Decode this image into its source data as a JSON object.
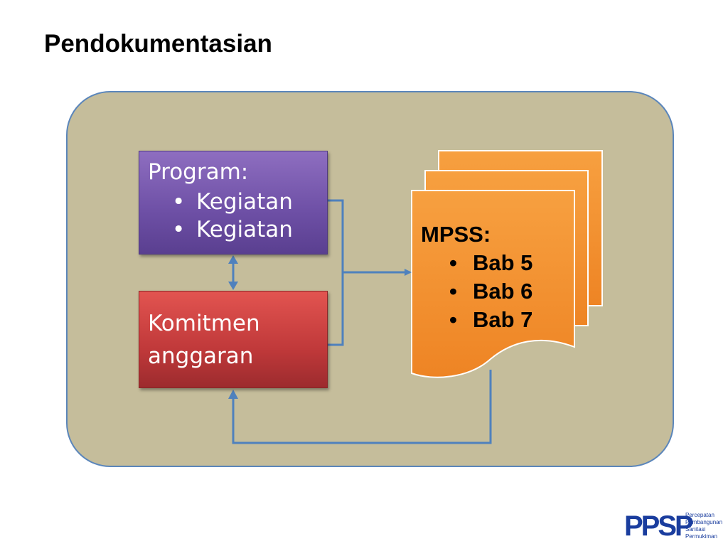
{
  "title": "Pendokumentasian",
  "colors": {
    "panel": "#c5bd9b",
    "program": "#6d4fa5",
    "komitmen": "#c0393a",
    "mpss": "#f39230",
    "arrow": "#4f81bd"
  },
  "program_box": {
    "heading": "Program:",
    "items": [
      "Kegiatan",
      "Kegiatan"
    ]
  },
  "komitmen_box": {
    "lines": [
      "Komitmen",
      "anggaran"
    ]
  },
  "mpss_docs": {
    "heading": "MPSS:",
    "items": [
      "Bab 5",
      "Bab 6",
      "Bab 7"
    ]
  },
  "bullet_char": "•",
  "logo": {
    "mark": "PPSP",
    "lines": [
      "Percepatan",
      "Pembangunan",
      "Sanitasi",
      "Permukiman"
    ]
  }
}
